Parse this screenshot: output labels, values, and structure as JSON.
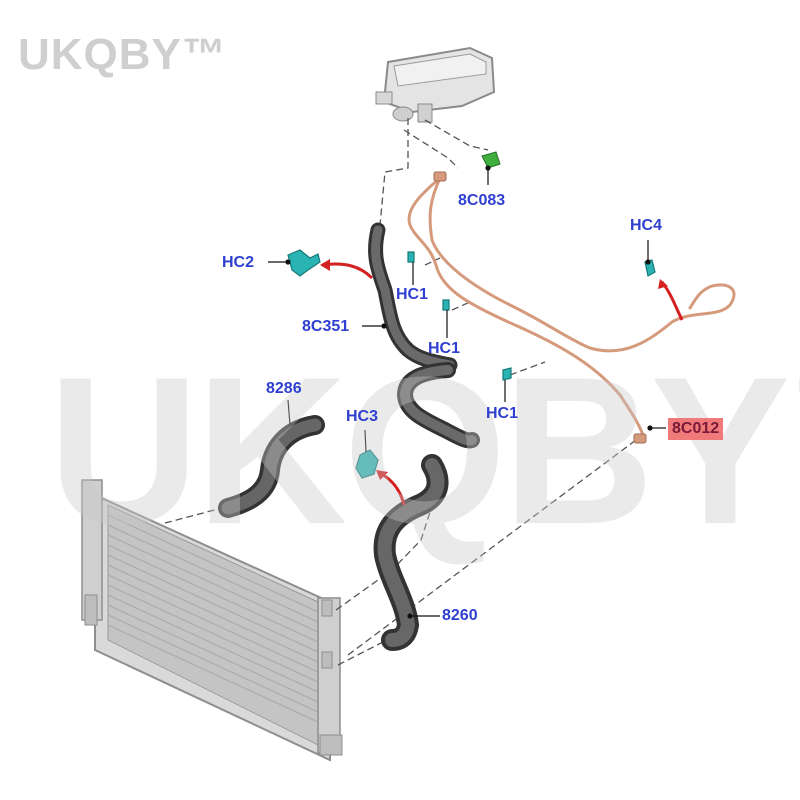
{
  "watermark": {
    "brand": "UKQBY™"
  },
  "colors": {
    "callout_text": "#2f3fd0",
    "highlight": "#f07a7a",
    "hose": "#4a4a4a",
    "copper_line": "#d59a7c",
    "clip": "#2ab3b3",
    "arrow": "#d42020",
    "green_cap": "#3fae3f"
  },
  "callouts": {
    "c_8c083": "8C083",
    "c_hc2": "HC2",
    "c_hc4": "HC4",
    "c_hc1_a": "HC1",
    "c_8c351": "8C351",
    "c_hc1_b": "HC1",
    "c_8286": "8286",
    "c_hc1_c": "HC1",
    "c_8c012": "8C012",
    "c_hc3": "HC3",
    "c_8260": "8260"
  }
}
